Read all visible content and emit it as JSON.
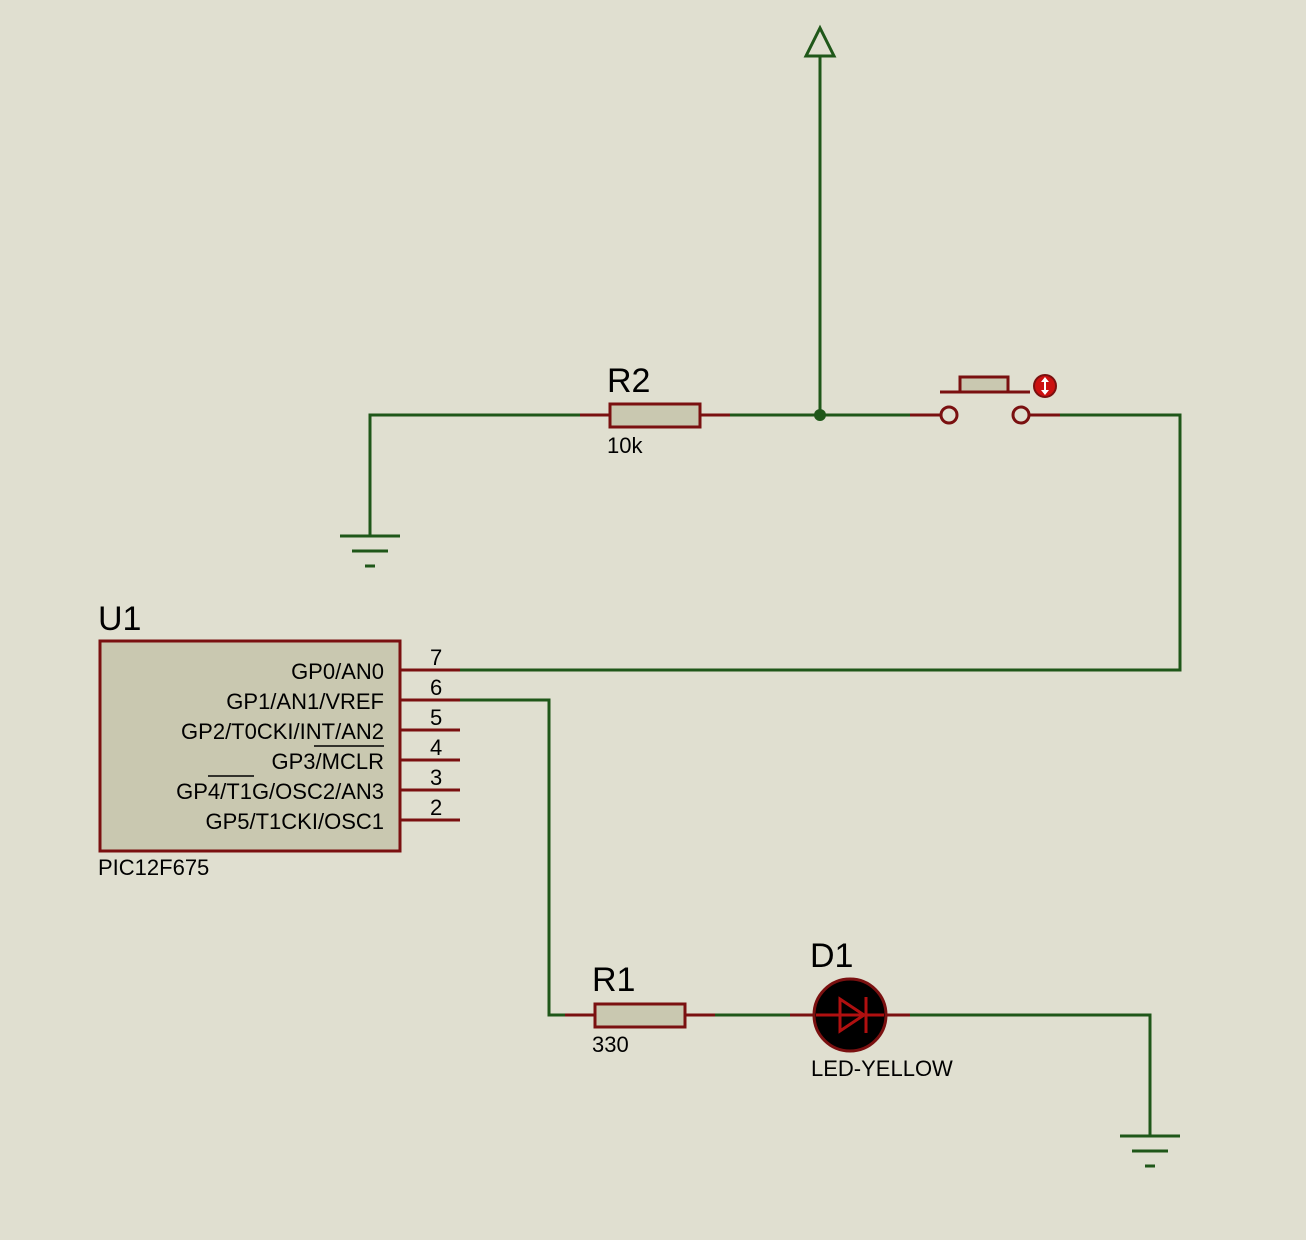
{
  "colors": {
    "background": "#e0dfd0",
    "wire": "#1f5719",
    "component_outline": "#7a1010",
    "component_fill": "#c9c8b0",
    "text": "#000000",
    "led_body": "#000000",
    "led_symbol": "#b01010",
    "actuator_badge": "#cc1010"
  },
  "components": {
    "u1": {
      "ref": "U1",
      "value": "PIC12F675",
      "pins": [
        {
          "label": "GP0/AN0",
          "number": "7"
        },
        {
          "label": "GP1/AN1/VREF",
          "number": "6"
        },
        {
          "label": "GP2/T0CKI/INT/AN2",
          "number": "5"
        },
        {
          "label": "GP3/MCLR",
          "number": "4"
        },
        {
          "label": "GP4/T1G/OSC2/AN3",
          "number": "3"
        },
        {
          "label": "GP5/T1CKI/OSC1",
          "number": "2"
        }
      ]
    },
    "r2": {
      "ref": "R2",
      "value": "10k"
    },
    "r1": {
      "ref": "R1",
      "value": "330"
    },
    "d1": {
      "ref": "D1",
      "value": "LED-YELLOW"
    }
  },
  "icons": {
    "power": "power-terminal-arrow-icon",
    "ground": "ground-icon",
    "junction": "junction-dot-icon",
    "button_actuator": "actuator-updown-icon"
  }
}
